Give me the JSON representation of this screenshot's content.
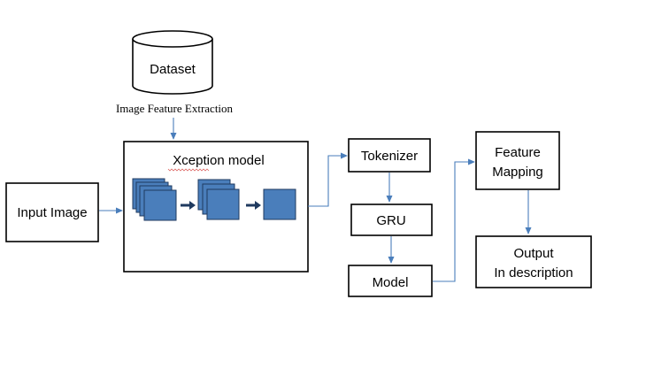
{
  "diagram": {
    "dataset": "Dataset",
    "feature_extraction": "Image Feature Extraction",
    "xception_title": "Xception model",
    "input_image": "Input Image",
    "tokenizer": "Tokenizer",
    "gru": "GRU",
    "model": "Model",
    "feature_mapping": [
      "Feature",
      "Mapping"
    ],
    "output": [
      "Output",
      "In description"
    ]
  },
  "colors": {
    "connector": "#4a7ebb",
    "feature_map": "#4a7ebb",
    "arrow_dark": "#1f3a5f",
    "box_border": "#000000"
  }
}
